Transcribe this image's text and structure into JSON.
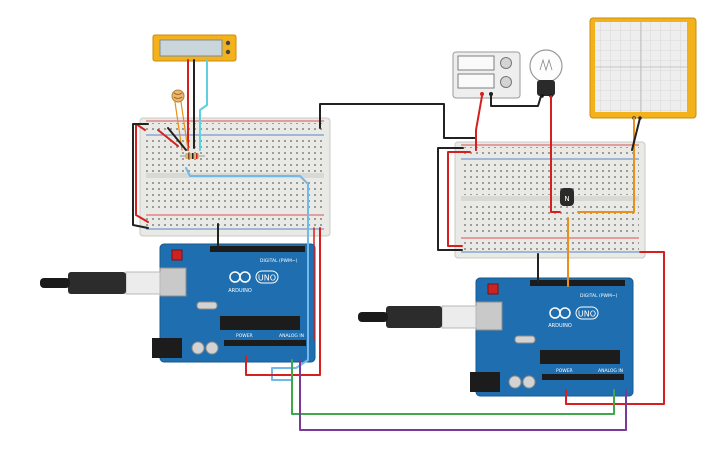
{
  "boards": {
    "left": {
      "logo": "ARDUINO",
      "model": "UNO",
      "digital_label": "DIGITAL (PWM~)",
      "power_label": "POWER",
      "analog_label": "ANALOG IN"
    },
    "right": {
      "logo": "ARDUINO",
      "model": "UNO",
      "digital_label": "DIGITAL (PWM~)",
      "power_label": "POWER",
      "analog_label": "ANALOG IN"
    }
  },
  "transistor": {
    "label": "N"
  },
  "colors": {
    "arduino": "#1f6fb0",
    "breadboard": "#e9e9e6",
    "wire_red": "#d62020",
    "wire_black": "#222222",
    "wire_cyan": "#5fd0e0",
    "wire_lightblue": "#70b9e8",
    "wire_orange": "#e8901a",
    "wire_green": "#3fa84a",
    "wire_purple": "#7a3a9a",
    "oscilloscope": "#f3b21c",
    "lcd_frame": "#f3b21c"
  }
}
